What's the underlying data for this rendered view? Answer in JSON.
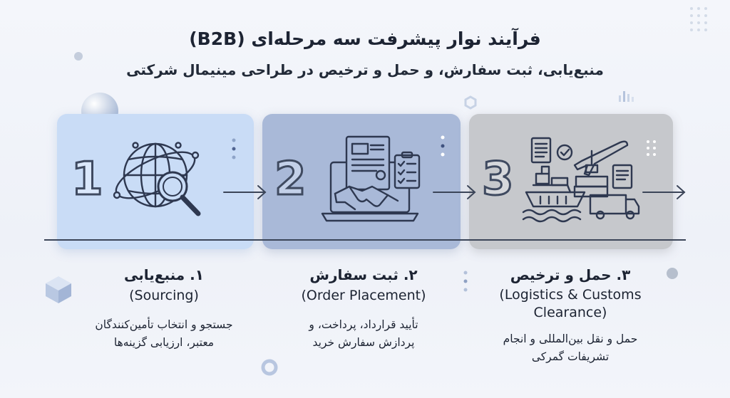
{
  "header": {
    "title": "فرآیند نوار پیشرفت سه مرحله‌ای (B2B)",
    "subtitle": "منبع‌یابی، ثبت سفارش، و حمل و ترخیص در طراحی مینیمال شرکتی"
  },
  "steps": [
    {
      "number": "1",
      "title": "۱. منبع‌یابی",
      "english": "(Sourcing)",
      "description_lines": [
        "جستجو و انتخاب تأمین‌کنندگان",
        "معتبر، ارزیابی گزینه‌ها"
      ],
      "icon": "globe-magnifier-icon"
    },
    {
      "number": "2",
      "title": "۲. ثبت سفارش",
      "english": "(Order Placement)",
      "description_lines": [
        "تأیید قرارداد، پرداخت، و",
        "پردازش سفارش خرید"
      ],
      "icon": "laptop-handshake-icon"
    },
    {
      "number": "3",
      "title": "۳. حمل و ترخیص",
      "english_lines": [
        "(Logistics & Customs",
        "Clearance)"
      ],
      "description_lines": [
        "حمل و نقل بین‌المللی و انجام",
        "تشریفات گمرکی"
      ],
      "icon": "ship-plane-truck-icon"
    }
  ],
  "colors": {
    "panel_1": "#c9dcf6",
    "panel_2": "#a9b9d8",
    "panel_3": "#c6c8cc",
    "line": "#3b4558"
  }
}
